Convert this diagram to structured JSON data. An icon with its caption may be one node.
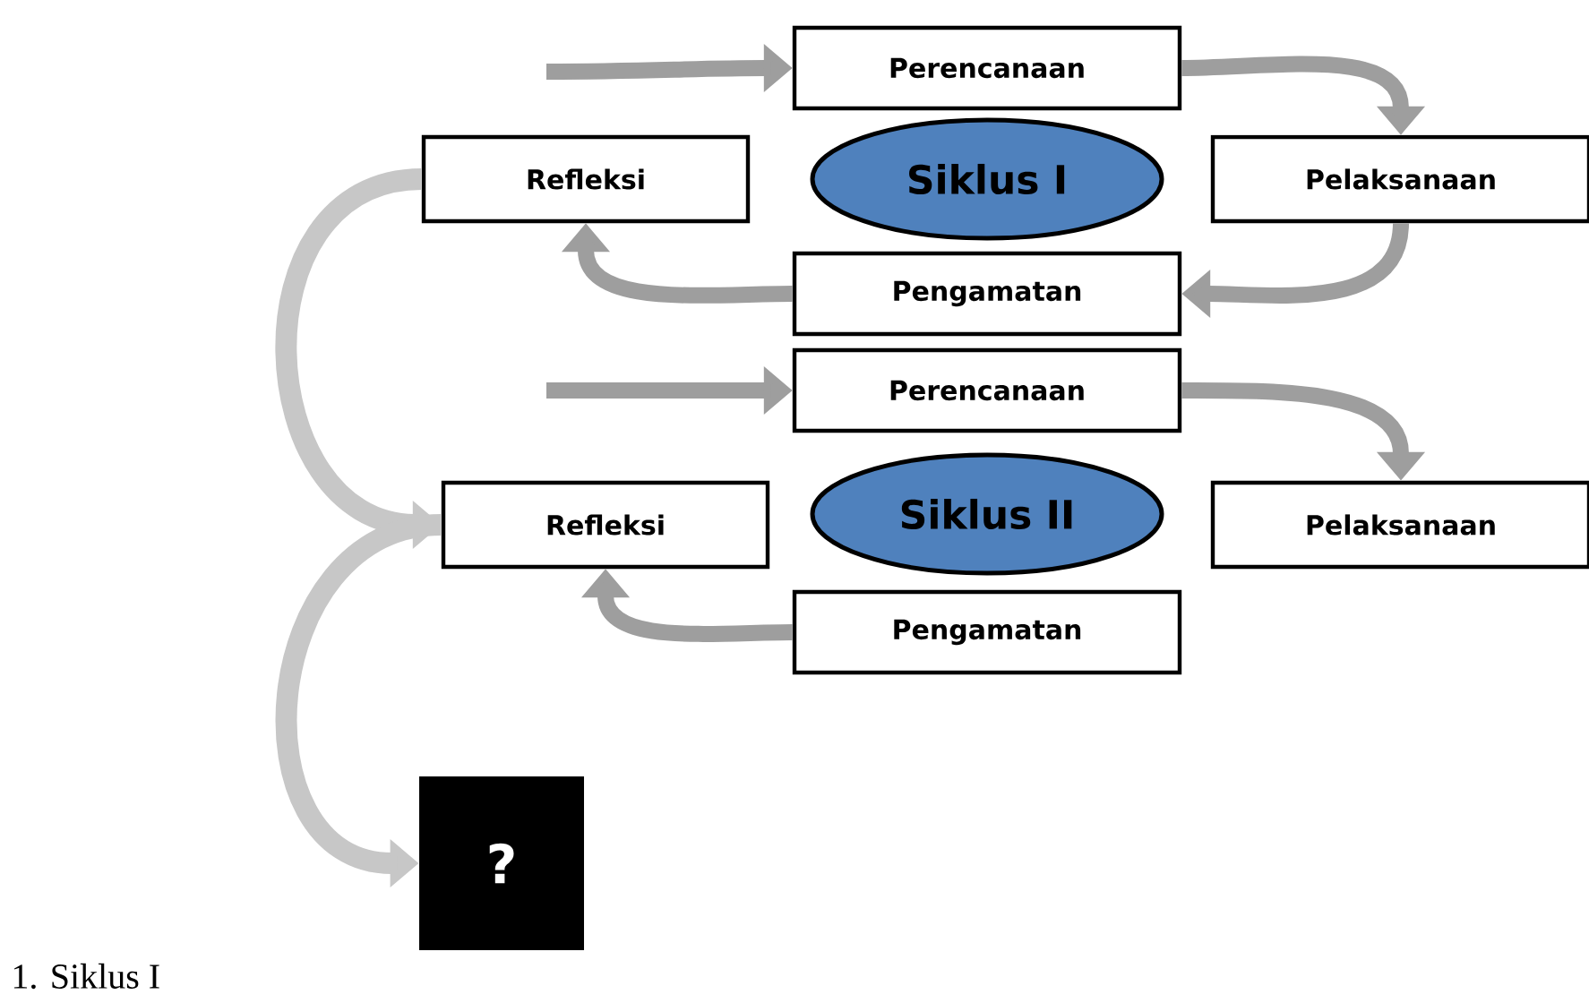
{
  "diagram": {
    "nodes": [
      {
        "text": [
          "Perencanaan"
        ]
      },
      {
        "text": [
          "Siklus I"
        ]
      },
      {
        "text": [
          "Refleksi"
        ]
      },
      {
        "text": [
          "Pelaksanaan"
        ]
      },
      {
        "text": [
          "Pengamatan"
        ]
      },
      {
        "text": [
          "Perencanaan"
        ]
      },
      {
        "text": [
          "Siklus II"
        ]
      },
      {
        "text": [
          "Refleksi"
        ]
      },
      {
        "text": [
          "Pelaksanaan"
        ]
      },
      {
        "text": [
          "Pengamatan"
        ]
      },
      {
        "text": [
          "?"
        ]
      }
    ],
    "edges": [
      {
        "from": null,
        "to": 0,
        "arrow": "to"
      },
      {
        "from": 0,
        "to": 3,
        "arrow": "to"
      },
      {
        "from": 3,
        "to": 4,
        "arrow": "to"
      },
      {
        "from": 4,
        "to": 2,
        "arrow": "to"
      },
      {
        "from": null,
        "to": 5,
        "arrow": "to"
      },
      {
        "from": 5,
        "to": 8,
        "arrow": "to"
      },
      {
        "from": 9,
        "to": 7,
        "arrow": "to"
      },
      {
        "from": 2,
        "to": 7,
        "arrow": "to"
      },
      {
        "from": 7,
        "to": 10,
        "arrow": "to"
      }
    ],
    "labels": [
      "1. Siklus I"
    ]
  }
}
